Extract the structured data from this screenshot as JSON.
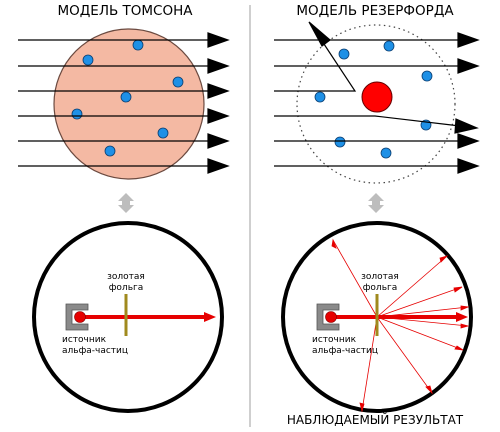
{
  "left_panel": {
    "title": "МОДЕЛЬ ТОМСОНА",
    "foil_label_line1": "золотая",
    "foil_label_line2": "фольга",
    "source_label_line1": "источник",
    "source_label_line2": "альфа-частиц"
  },
  "right_panel": {
    "title": "МОДЕЛЬ РЕЗЕРФОРДА",
    "foil_label_line1": "золотая",
    "foil_label_line2": "фольга",
    "source_label_line1": "источник",
    "source_label_line2": "альфа-частиц"
  },
  "footer": {
    "caption": "НАБЛЮДАЕМЫЙ РЕЗУЛЬТАТ"
  },
  "colors": {
    "atom_fill": "#f4b9a3",
    "electron": "#1e90e6",
    "nucleus": "#ff0000",
    "beam": "#e60000",
    "foil": "#a08a1e",
    "double_arrow": "#bdbdbd",
    "divider": "#bfbfbf"
  }
}
